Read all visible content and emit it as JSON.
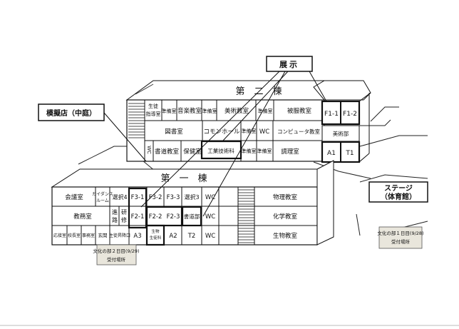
{
  "callouts": {
    "exhibition": "展示",
    "mock_shop": "模擬店（中庭）",
    "stage_line1": "ステージ",
    "stage_line2": "（体育館）"
  },
  "building2": {
    "name": "第　二　棟",
    "rooms": {
      "seito_shidou_1": "生徒",
      "seito_shidou_2": "指導室",
      "junbi_a": "準備室",
      "ongaku": "音楽教室",
      "junbi_b": "準備室",
      "bijutsu": "美術教室",
      "junbi_c": "準備室",
      "hifuku": "被服教室",
      "toshoshitsu": "図書室",
      "commons": "コモンホール",
      "junbi_d": "準備室",
      "wc1": "WC",
      "computer": "コンピュータ教室",
      "wc_v": "WC",
      "shodou": "書道教室",
      "hoken": "保健室",
      "kougyou": "工業技術科",
      "junbi_e": "準備室",
      "junbi_f": "準備室",
      "chouri": "調理室",
      "f11": "F1-1",
      "f12": "F1-2",
      "bijutsubu": "美術部",
      "a1": "A1",
      "t1": "T1"
    }
  },
  "building1": {
    "name": "第　一　棟",
    "rooms": {
      "kaigi": "会議室",
      "guidance_1": "ガイダンス",
      "guidance_2": "ルーム",
      "sentaku4": "選択4",
      "f31": "F3-1",
      "f32": "F3-2",
      "f33": "F3-3",
      "sentaku3": "選択3",
      "wc_a": "WC",
      "butsuri": "物理教室",
      "kyomu": "教務室",
      "shinro_1": "進",
      "shinro_2": "路",
      "kenshu_1": "研",
      "kenshu_2": "修",
      "f21": "F2-1",
      "f22": "F2-2",
      "f23": "F2-3",
      "shodoubu": "書道部",
      "wc_b": "WC",
      "kagaku": "化学教室",
      "ousetsu": "応接室",
      "kouchou": "校長室",
      "jimu": "事務室",
      "genkan": "玄関",
      "seito_entrance": "生徒昇降口",
      "a3": "A3",
      "seibutsu_1": "生物",
      "seibutsu_2": "生徒科",
      "a2": "A2",
      "t2": "T2",
      "wc_c": "WC",
      "seibutsu_room": "生物教室"
    }
  },
  "reception_day2": {
    "line1": "文化の部２日目(9/29)",
    "line2": "受付場所"
  },
  "reception_day1": {
    "line1": "文化の部１日目(9/28)",
    "line2": "受付場所"
  }
}
